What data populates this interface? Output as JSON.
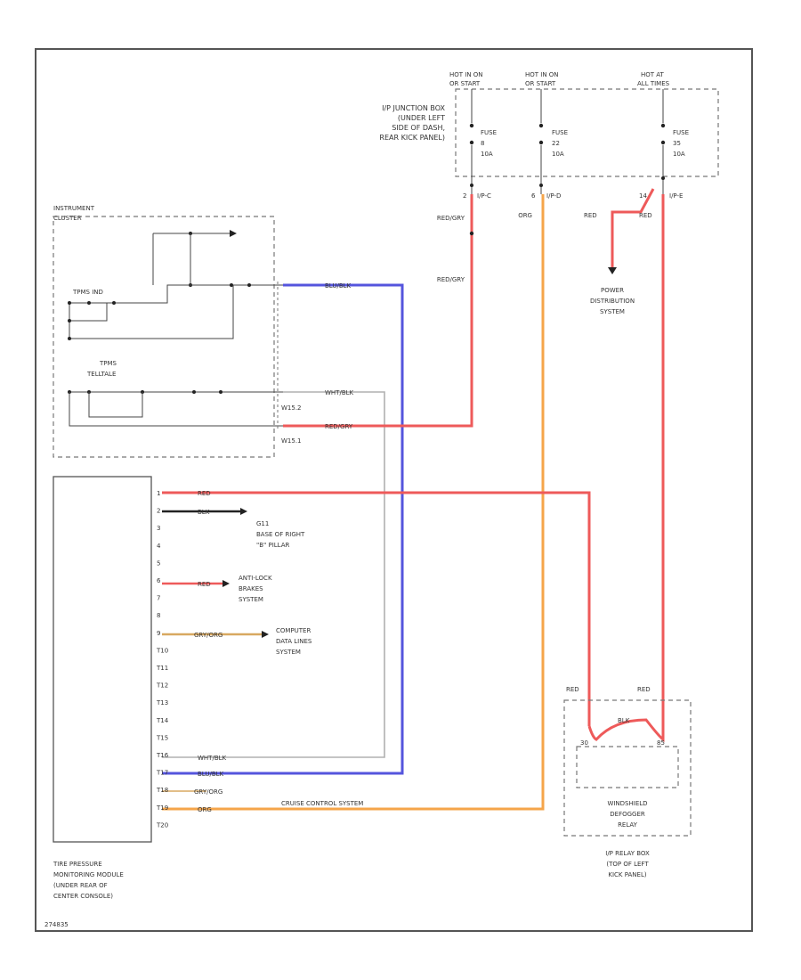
{
  "diagram_id": "274835",
  "fuse_box": {
    "name": "I/P JUNCTION BOX (UNDER LEFT SIDE OF DASH, REAR KICK PANEL)",
    "name_lines": [
      "I/P JUNCTION BOX",
      "(UNDER LEFT",
      "SIDE OF DASH,",
      "REAR KICK PANEL)"
    ],
    "hot_labels": [
      [
        "HOT IN ON",
        "OR START"
      ],
      [
        "HOT IN ON",
        "OR START"
      ],
      [
        "HOT AT",
        "ALL TIMES"
      ]
    ],
    "fuses": [
      [
        "FUSE",
        "8",
        "10A"
      ],
      [
        "FUSE",
        "22",
        "10A"
      ],
      [
        "FUSE",
        "35",
        "10A"
      ]
    ],
    "outputs": [
      {
        "pin": "2",
        "connector": "I/P-C"
      },
      {
        "pin": "6",
        "connector": "I/P-D"
      },
      {
        "pin": "14",
        "connector": "I/P-E"
      }
    ]
  },
  "instrument_cluster": {
    "name_lines": [
      "INSTRUMENT",
      "CLUSTER"
    ],
    "tpms_ind": "TPMS IND",
    "tpms_tell": [
      "TPMS",
      "TELLTALE"
    ],
    "pins": [
      "W15.2",
      "W15.1"
    ]
  },
  "tpms_module": {
    "name_lines": [
      "TIRE PRESSURE",
      "MONITORING MODULE",
      "(UNDER REAR OF",
      "CENTER CONSOLE)"
    ],
    "pins": [
      "1",
      "2",
      "3",
      "4",
      "5",
      "6",
      "7",
      "8",
      "9",
      "T10",
      "T11",
      "T12",
      "T13",
      "T14",
      "T15",
      "T16",
      "T17",
      "T18",
      "T19",
      "T20"
    ]
  },
  "wires": {
    "red_gry_1": "RED/GRY",
    "red_gry_2": "RED/GRY",
    "red_gry_cluster": "RED/GRY",
    "org": "ORG",
    "red_e": "RED",
    "red_e2": "RED",
    "blu_blk_cluster": "BLU/BLK",
    "wht_blk_cluster": "WHT/BLK",
    "red_pin1": "RED",
    "blk_pin2": "BLK",
    "red_pin6": "RED",
    "gry_org_pin9": "GRY/ORG",
    "wht_blk_16": "WHT/BLK",
    "blu_blk_17": "BLU/BLK",
    "gry_org_18": "GRY/ORG",
    "org_19": "ORG",
    "relay_red_l": "RED",
    "relay_red_r": "RED",
    "relay_blk": "BLK"
  },
  "destinations": {
    "ground": [
      "G11",
      "BASE OF RIGHT",
      "\"B\" PILLAR"
    ],
    "abs": [
      "ANTI-LOCK",
      "BRAKES",
      "SYSTEM"
    ],
    "computer": [
      "COMPUTER",
      "DATA LINES",
      "SYSTEM"
    ],
    "cruise": "CRUISE CONTROL SYSTEM",
    "power": [
      "POWER",
      "DISTRIBUTION",
      "SYSTEM"
    ]
  },
  "relay_box": {
    "relay_lines": [
      "WINDSHIELD",
      "DEFOGGER",
      "RELAY"
    ],
    "box_lines": [
      "I/P RELAY BOX",
      "(TOP OF LEFT",
      "KICK PANEL)"
    ],
    "pins": [
      "30",
      "85"
    ]
  },
  "colors": {
    "red": "#ee5a5a",
    "orange": "#f5a54a",
    "blue": "#5555dd",
    "gray": "#b0b0b0",
    "tan": "#d8a860",
    "black": "#222222"
  }
}
